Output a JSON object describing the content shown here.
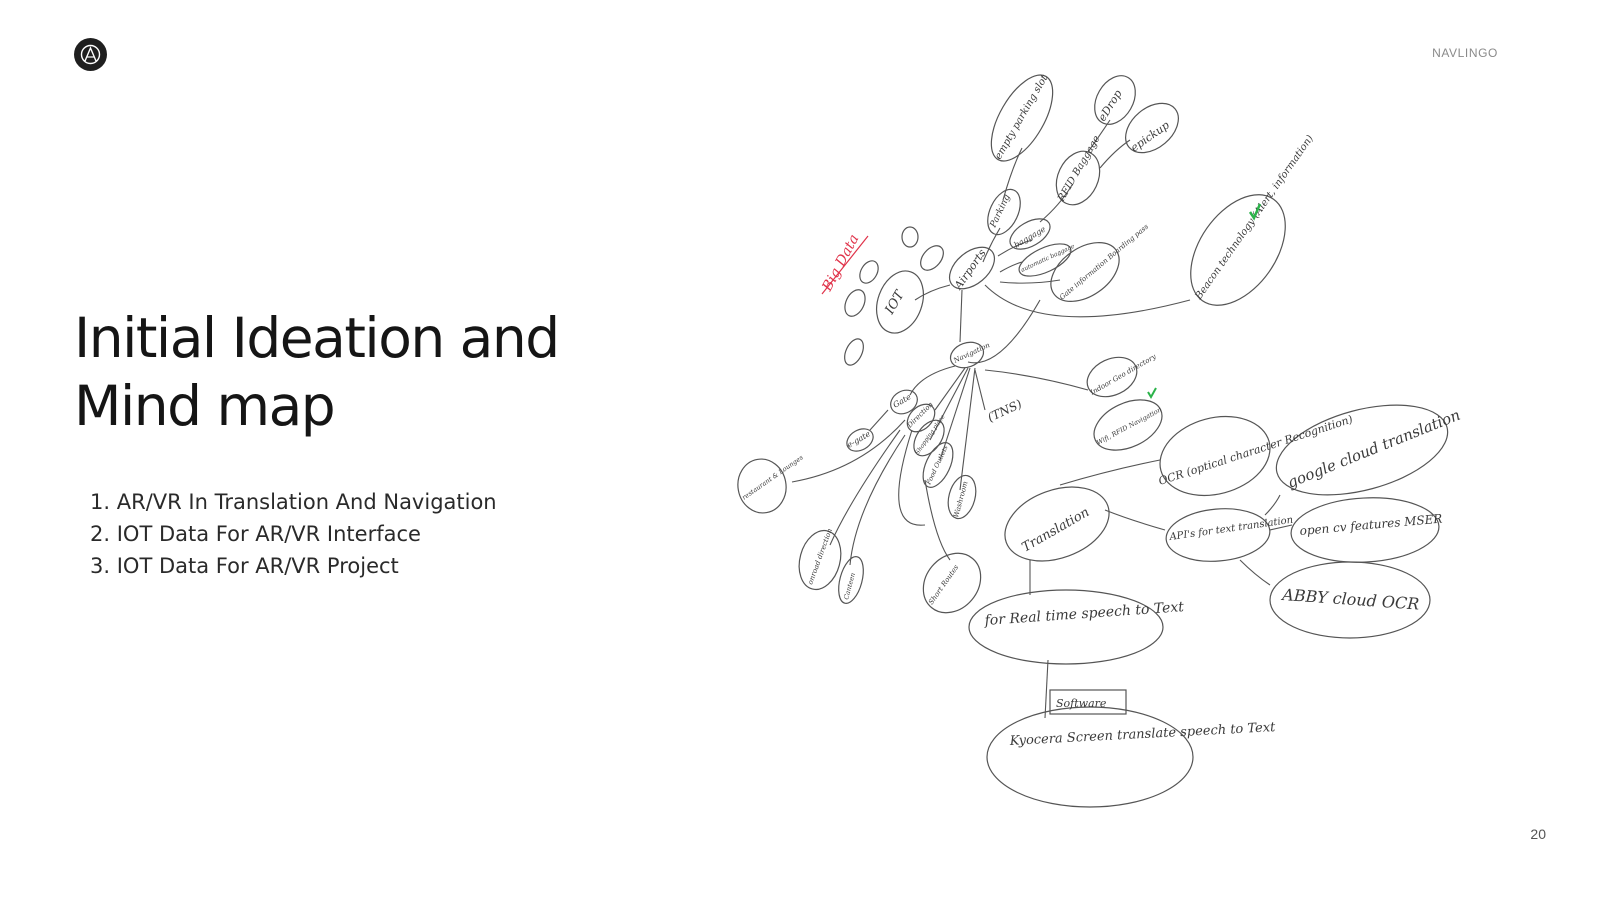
{
  "slide": {
    "brand": "NAVLINGO",
    "title_line1": "Initial Ideation and",
    "title_line2": "Mind map",
    "page_number": "20"
  },
  "points": [
    {
      "num": "1.",
      "text": "AR/VR In Translation And Navigation"
    },
    {
      "num": "2.",
      "text": "IOT Data For AR/VR Interface"
    },
    {
      "num": "3.",
      "text": "IOT Data For AR/VR Project"
    }
  ],
  "mindmap": {
    "big_data": "Big Data",
    "iot": "IOT",
    "airports": "Airports",
    "parking": "Parking",
    "empty_parking": "empty parking slot",
    "rfid": "RFID Baggage",
    "drop": "eDrop",
    "pickup": "epickup",
    "baggage": "baggage",
    "automatic": "automatic baggage",
    "gate_info": "Gate information Boarding pass",
    "beacon": "Beacon technology (Alert, information)",
    "navigation": "Navigation",
    "indoor_geo": "Indoor Geo directory",
    "wifi_rfid": "Wifi, RFID Navigation",
    "tns": "(TNS)",
    "gate": "Gate",
    "e_gate": "e-gate",
    "direction": "Direction",
    "shopping": "Shopping place",
    "food_outlets": "Food Outlets",
    "washroom": "Washroom",
    "restaurant": "restaurant & Lounges",
    "onroad": "onroad direction",
    "canteen": "Canteen",
    "short_routes": "Short Routes",
    "translation": "Translation",
    "ocr": "OCR (optical character Recognition)",
    "apis": "API's for text translation",
    "google": "google cloud translation",
    "opencv": "open cv features MSER",
    "abby": "ABBY cloud OCR",
    "realtime": "for Real time speech to Text",
    "software": "Software",
    "kyocera": "Kyocera Screen translate speech to Text"
  },
  "colors": {
    "text": "#151515",
    "accent_red": "#e0334a",
    "check_green": "#2bb34a",
    "sketch": "#555555"
  }
}
